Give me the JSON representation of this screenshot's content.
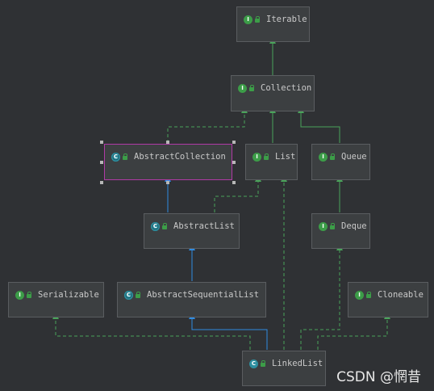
{
  "nodes": {
    "iterable": {
      "label": "Iterable",
      "kind": "I"
    },
    "collection": {
      "label": "Collection",
      "kind": "I"
    },
    "abstract_collection": {
      "label": "AbstractCollection",
      "kind": "C"
    },
    "list": {
      "label": "List",
      "kind": "I"
    },
    "queue": {
      "label": "Queue",
      "kind": "I"
    },
    "abstract_list": {
      "label": "AbstractList",
      "kind": "C"
    },
    "deque": {
      "label": "Deque",
      "kind": "I"
    },
    "serializable": {
      "label": "Serializable",
      "kind": "I"
    },
    "abstract_sequential_list": {
      "label": "AbstractSequentialList",
      "kind": "C"
    },
    "cloneable": {
      "label": "Cloneable",
      "kind": "I"
    },
    "linked_list": {
      "label": "LinkedList",
      "kind": "C"
    }
  },
  "colors": {
    "background": "#2f3134",
    "node_fill": "#3c3f41",
    "node_border": "#5a5d60",
    "implements_edge": "#4aa35a",
    "extends_edge": "#2f8be0",
    "selection": "#b03aa6",
    "interface_badge": "#3c9d48",
    "class_badge": "#2e8fa0"
  },
  "watermark": "CSDN @惘昔"
}
